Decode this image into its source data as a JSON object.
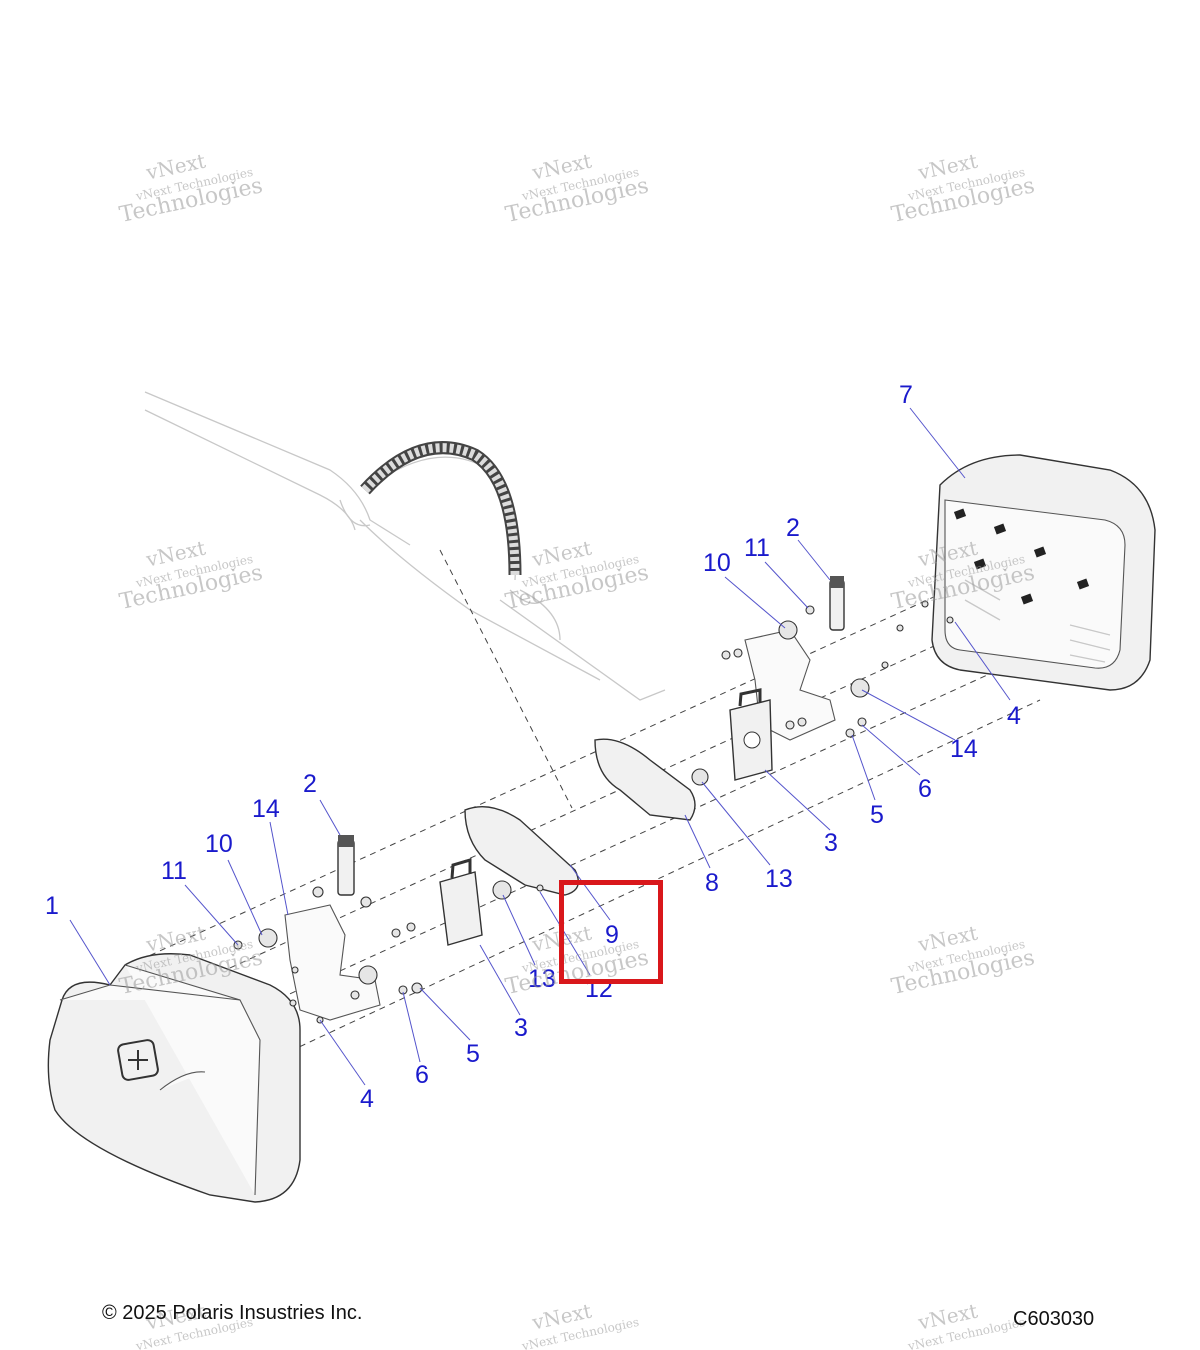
{
  "footer": {
    "copyright": "© 2025 Polaris Insustries Inc.",
    "diagram_code": "C603030"
  },
  "watermark": {
    "line1": "vNext",
    "line2": "Technologies",
    "line3": "vNext Technologies"
  },
  "callouts": [
    {
      "id": "c1",
      "label": "1"
    },
    {
      "id": "c2a",
      "label": "2"
    },
    {
      "id": "c2b",
      "label": "2"
    },
    {
      "id": "c3a",
      "label": "3"
    },
    {
      "id": "c3b",
      "label": "3"
    },
    {
      "id": "c4a",
      "label": "4"
    },
    {
      "id": "c4b",
      "label": "4"
    },
    {
      "id": "c5a",
      "label": "5"
    },
    {
      "id": "c5b",
      "label": "5"
    },
    {
      "id": "c6a",
      "label": "6"
    },
    {
      "id": "c6b",
      "label": "6"
    },
    {
      "id": "c7",
      "label": "7"
    },
    {
      "id": "c8",
      "label": "8"
    },
    {
      "id": "c9",
      "label": "9"
    },
    {
      "id": "c10a",
      "label": "10"
    },
    {
      "id": "c10b",
      "label": "10"
    },
    {
      "id": "c11a",
      "label": "11"
    },
    {
      "id": "c11b",
      "label": "11"
    },
    {
      "id": "c12",
      "label": "12"
    },
    {
      "id": "c13a",
      "label": "13"
    },
    {
      "id": "c13b",
      "label": "13"
    },
    {
      "id": "c14a",
      "label": "14"
    },
    {
      "id": "c14b",
      "label": "14"
    }
  ],
  "colors": {
    "callout": "#1a1acc",
    "highlight": "#d9171b"
  }
}
